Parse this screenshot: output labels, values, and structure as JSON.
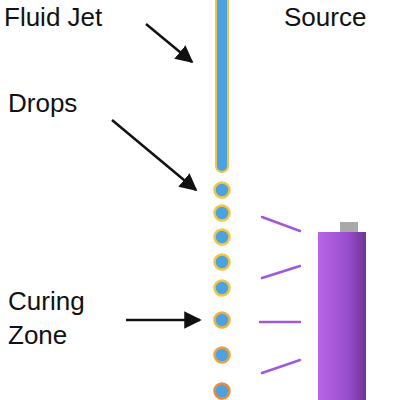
{
  "diagram": {
    "labels": [
      "Fluid Jet",
      "Source",
      "Drops",
      "Curing Zone"
    ]
  }
}
